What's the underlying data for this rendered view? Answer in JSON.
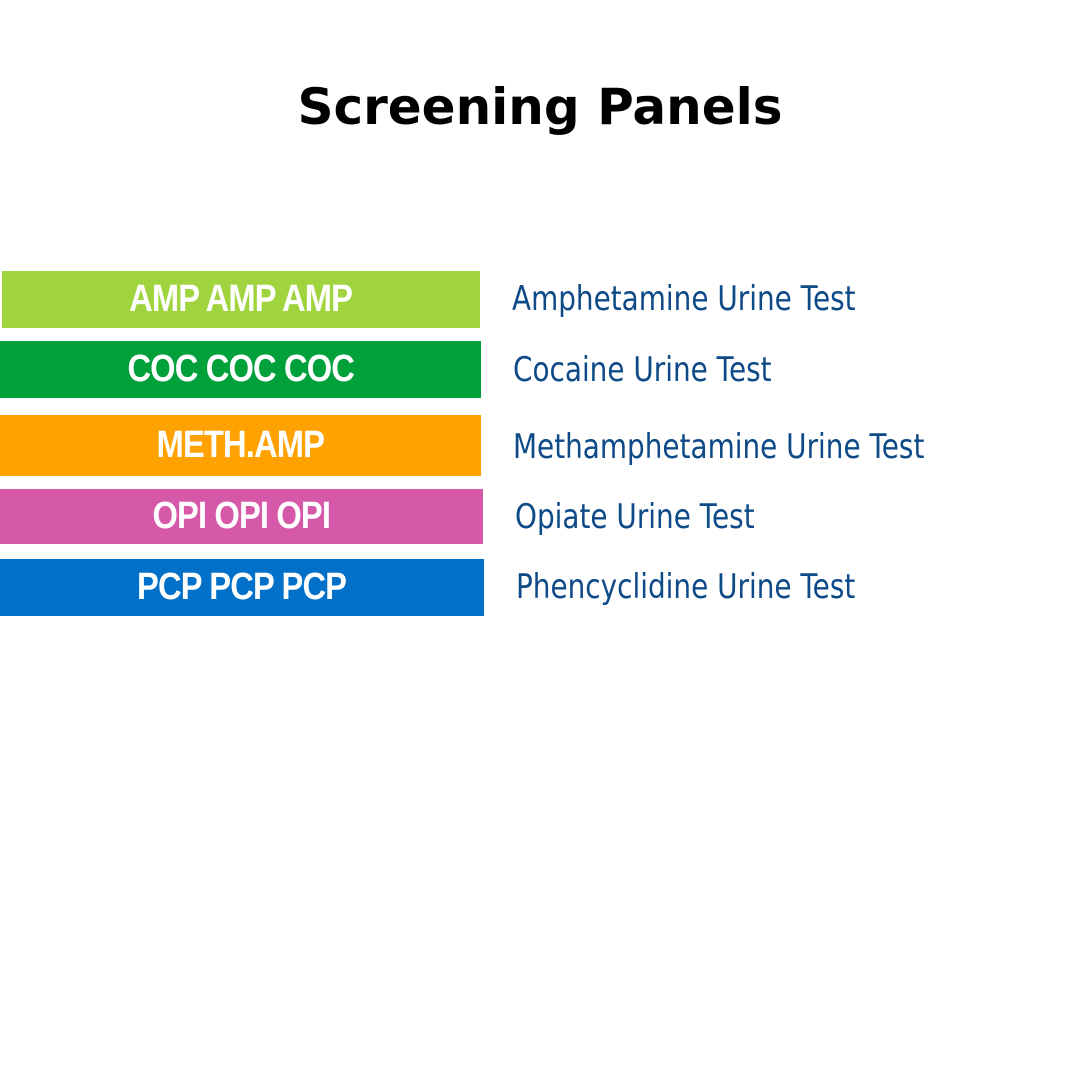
{
  "title": "Screening Panels",
  "panels": [
    {
      "code": "AMP AMP AMP",
      "description": "Amphetamine Urine Test",
      "color": "#9fd43e"
    },
    {
      "code": "COC COC COC",
      "description": "Cocaine Urine Test",
      "color": "#00a03a"
    },
    {
      "code": "METH.AMP",
      "description": "Methamphetamine Urine Test",
      "color": "#ffa200"
    },
    {
      "code": "OPI OPI OPI",
      "description": "Opiate Urine Test",
      "color": "#d659a9"
    },
    {
      "code": "PCP PCP PCP",
      "description": "Phencyclidine Urine Test",
      "color": "#0070c8"
    }
  ]
}
